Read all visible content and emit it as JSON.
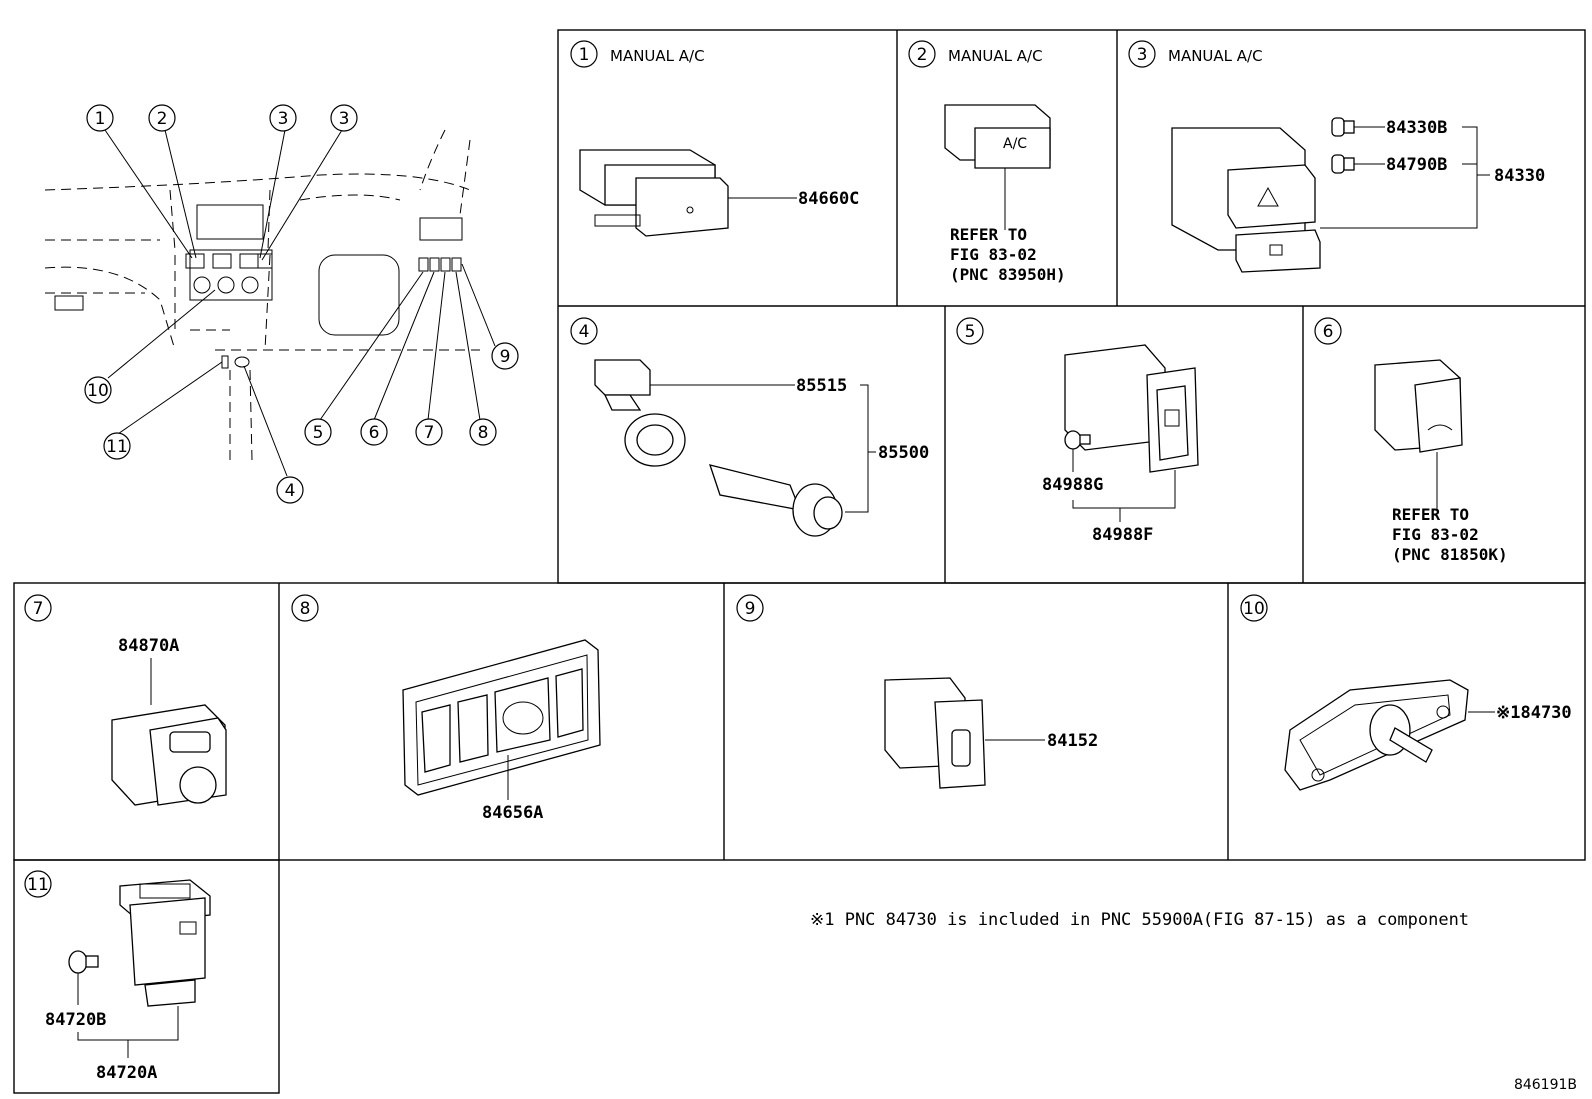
{
  "overview": {
    "callouts": [
      "1",
      "2",
      "3",
      "3",
      "10",
      "11",
      "4",
      "5",
      "6",
      "7",
      "8",
      "9"
    ]
  },
  "panels": [
    {
      "id": "1",
      "caption": "MANUAL A/C",
      "parts": [
        "84660C"
      ]
    },
    {
      "id": "2",
      "caption": "MANUAL A/C",
      "refer": [
        "REFER TO",
        "FIG 83-02",
        "(PNC 83950H)"
      ]
    },
    {
      "id": "3",
      "caption": "MANUAL A/C",
      "parts": [
        "84330B",
        "84790B",
        "84330"
      ]
    },
    {
      "id": "4",
      "caption": "",
      "parts": [
        "85515",
        "85500"
      ]
    },
    {
      "id": "5",
      "caption": "",
      "parts": [
        "84988G",
        "84988F"
      ]
    },
    {
      "id": "6",
      "caption": "",
      "refer": [
        "REFER TO",
        "FIG 83-02",
        "(PNC 81850K)"
      ]
    },
    {
      "id": "7",
      "caption": "",
      "parts": [
        "84870A"
      ]
    },
    {
      "id": "8",
      "caption": "",
      "parts": [
        "84656A"
      ]
    },
    {
      "id": "9",
      "caption": "",
      "parts": [
        "84152"
      ]
    },
    {
      "id": "10",
      "caption": "",
      "parts": [
        "※184730"
      ]
    },
    {
      "id": "11",
      "caption": "",
      "parts": [
        "84720B",
        "84720A"
      ]
    }
  ],
  "footnote": "※1 PNC 84730 is included in PNC 55900A(FIG 87-15) as a component",
  "figure_code": "846191B"
}
